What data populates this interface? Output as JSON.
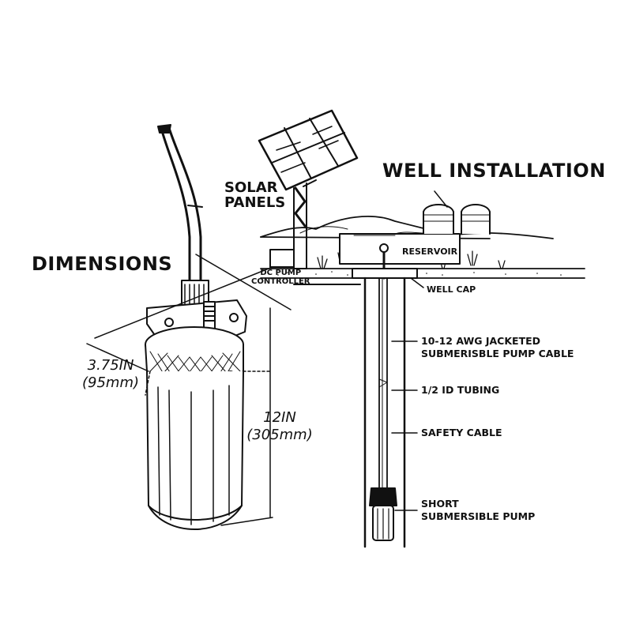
{
  "headings": {
    "dimensions": "DIMENSIONS",
    "well_installation": "WELL INSTALLATION"
  },
  "dimensions": {
    "diameter_in": "3.75IN",
    "diameter_mm": "(95mm)",
    "height_in": "12IN",
    "height_mm": "(305mm)"
  },
  "scene_labels": {
    "solar_panels_line1": "SOLAR",
    "solar_panels_line2": "PANELS",
    "dc_pump_controller_line1": "DC PUMP",
    "dc_pump_controller_line2": "CONTROLLER",
    "reservoir": "RESERVOIR",
    "well_cap": "WELL CAP"
  },
  "callouts": [
    {
      "lines": [
        "10-12  AWG JACKETED",
        "SUBMERISBLE PUMP CABLE"
      ]
    },
    {
      "lines": [
        "1/2 ID TUBING"
      ]
    },
    {
      "lines": [
        "SAFETY CABLE"
      ]
    },
    {
      "lines": [
        "SHORT",
        "SUBMERSIBLE PUMP"
      ]
    }
  ],
  "colors": {
    "ink": "#111111",
    "background": "#ffffff"
  }
}
